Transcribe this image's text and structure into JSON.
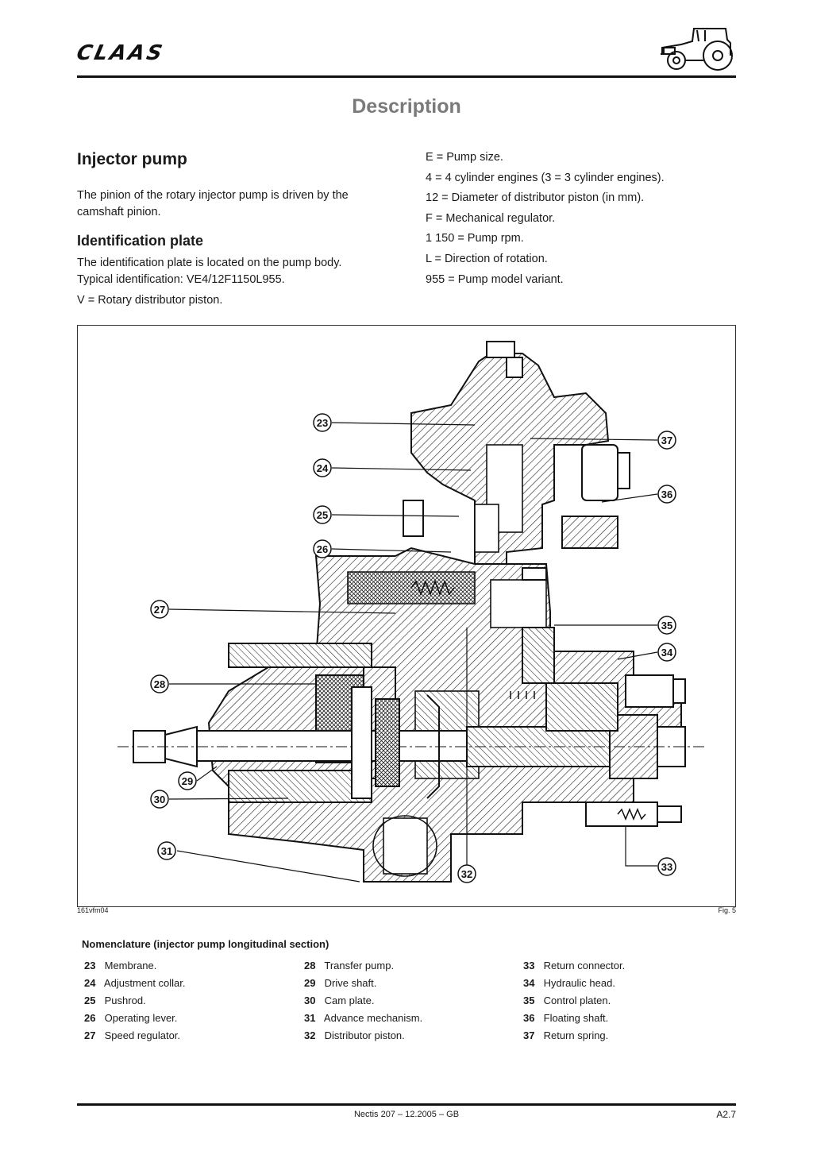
{
  "header": {
    "brand": "CLAAS"
  },
  "page_title": "Description",
  "section": {
    "title": "Injector pump",
    "intro": "The pinion of the rotary injector pump is driven by the camshaft pinion.",
    "subsection_title": "Identification plate",
    "plate_line1": "The identification plate is located on the pump body.",
    "plate_line2": "Typical identification: VE4/12F1150L955.",
    "plate_line3": "V = Rotary distributor piston."
  },
  "codes": [
    "E = Pump size.",
    "4 = 4 cylinder engines (3 = 3 cylinder engines).",
    "12 = Diameter of distributor piston (in mm).",
    "F = Mechanical regulator.",
    "1 150 = Pump rpm.",
    "L = Direction of rotation.",
    "955 = Pump model variant."
  ],
  "figure": {
    "ref": "161vfm04",
    "label": "Fig. 5",
    "callouts": [
      "23",
      "24",
      "25",
      "26",
      "27",
      "28",
      "29",
      "30",
      "31",
      "32",
      "33",
      "34",
      "35",
      "36",
      "37"
    ]
  },
  "nomenclature": {
    "title": "Nomenclature  (injector pump longitudinal section)",
    "items": [
      {
        "num": "23",
        "text": "Membrane."
      },
      {
        "num": "24",
        "text": "Adjustment collar."
      },
      {
        "num": "25",
        "text": "Pushrod."
      },
      {
        "num": "26",
        "text": "Operating lever."
      },
      {
        "num": "27",
        "text": "Speed regulator."
      },
      {
        "num": "28",
        "text": "Transfer pump."
      },
      {
        "num": "29",
        "text": "Drive shaft."
      },
      {
        "num": "30",
        "text": "Cam plate."
      },
      {
        "num": "31",
        "text": "Advance mechanism."
      },
      {
        "num": "32",
        "text": "Distributor piston."
      },
      {
        "num": "33",
        "text": "Return connector."
      },
      {
        "num": "34",
        "text": "Hydraulic head."
      },
      {
        "num": "35",
        "text": "Control platen."
      },
      {
        "num": "36",
        "text": "Floating shaft."
      },
      {
        "num": "37",
        "text": "Return spring."
      }
    ]
  },
  "footer": {
    "doc": "Nectis 207 – 12.2005 – GB",
    "page": "A2.7"
  }
}
